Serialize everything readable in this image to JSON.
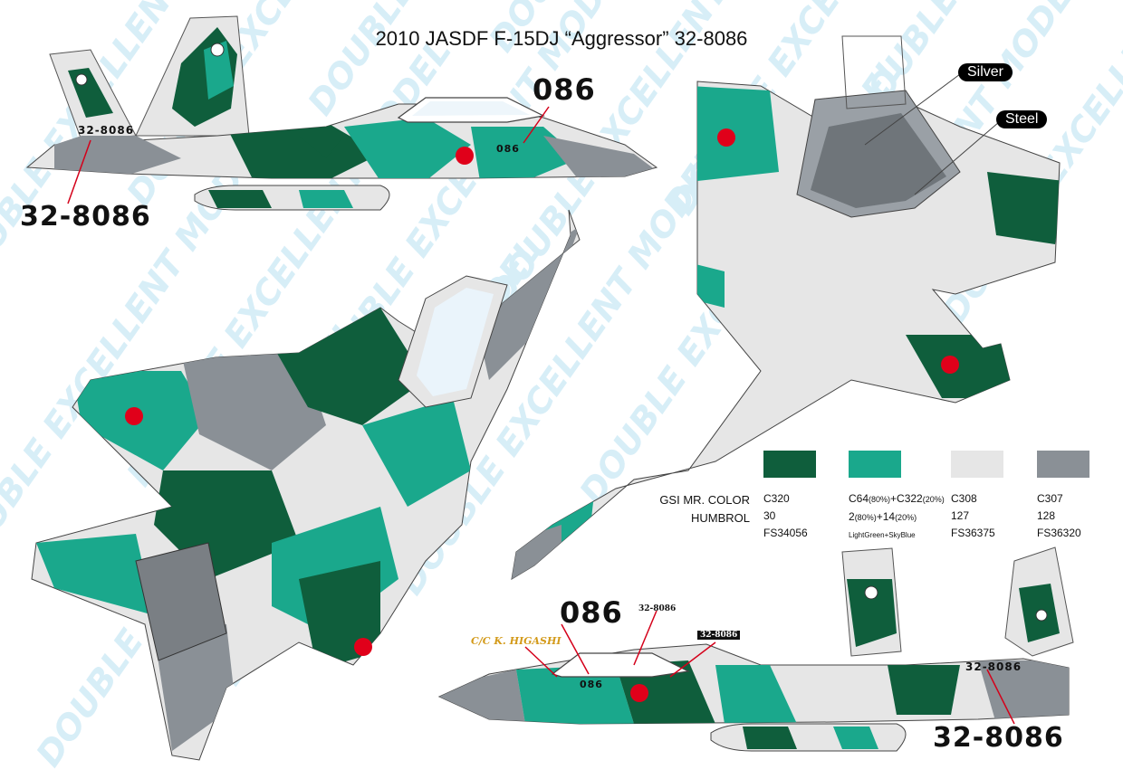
{
  "title": "2010 JASDF F-15DJ “Aggressor” 32-8086",
  "watermark": "DOUBLE EXCELLENT MODEL",
  "callouts": {
    "nose_number_top": "086",
    "tail_serial_top": "32-8086",
    "nose_number_bottom": "086",
    "tail_serial_bottom": "32-8086",
    "silver": "Silver",
    "steel": "Steel",
    "crew_chief": "C/C K. HIGASHI",
    "small_serial_1": "32-8086",
    "small_serial_2": "32-8086"
  },
  "markings": {
    "fin_serial": "32-8086",
    "fuselage_number": "086"
  },
  "legend": {
    "row1_label": "GSI MR. COLOR",
    "row2_label": "HUMBROL",
    "colors": [
      {
        "hex": "#0f5e3c",
        "gsi": "C320",
        "humbrol": "30",
        "fs": "FS34056"
      },
      {
        "hex": "#1aa88c",
        "gsi_a": "C64",
        "gsi_a_pct": "(80%)",
        "gsi_b": "+C322",
        "gsi_b_pct": "(20%)",
        "humbrol_a": "2",
        "humbrol_a_pct": "(80%)",
        "humbrol_b": "+14",
        "humbrol_b_pct": "(20%)",
        "fs": "LightGreen+SkyBlue"
      },
      {
        "hex": "#e6e6e6",
        "gsi": "C308",
        "humbrol": "127",
        "fs": "FS36375"
      },
      {
        "hex": "#8a9096",
        "gsi": "C307",
        "humbrol": "128",
        "fs": "FS36320"
      }
    ]
  },
  "colors": {
    "dark_green": "#0f5e3c",
    "teal": "#1aa88c",
    "light_gray": "#e6e6e6",
    "medium_gray": "#8a9096",
    "hinomaru": "#e0001a",
    "watermark": "#d3ecf7"
  }
}
